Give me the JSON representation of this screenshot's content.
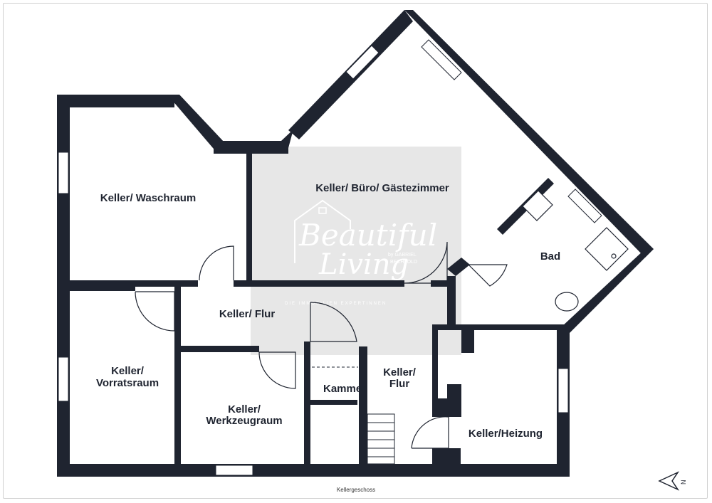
{
  "plan": {
    "caption": "Kellergeschoss",
    "wall_color": "#1f2430",
    "rooms": {
      "waschraum": "Keller/ Waschraum",
      "buero": "Keller/ Büro/ Gästezimmer",
      "bad": "Bad",
      "flur_upper": "Keller/ Flur",
      "vorratsraum_line1": "Keller/",
      "vorratsraum_line2": "Vorratsraum",
      "werkzeugraum_line1": "Keller/",
      "werkzeugraum_line2": "Werkzeugraum",
      "kammer": "Kammer",
      "flur_lower_line1": "Keller/",
      "flur_lower_line2": "Flur",
      "heizung": "Keller/Heizung"
    },
    "north_arrow": "N"
  },
  "watermark": {
    "script_line1": "Beautiful",
    "script_line2": "Living",
    "side_line1": "by GABRIEL",
    "side_line2": "BECHTOLD",
    "tagline": "DIE IMMOBILIEN EXPERTINNEN",
    "box_color": "#e6e6e6"
  }
}
